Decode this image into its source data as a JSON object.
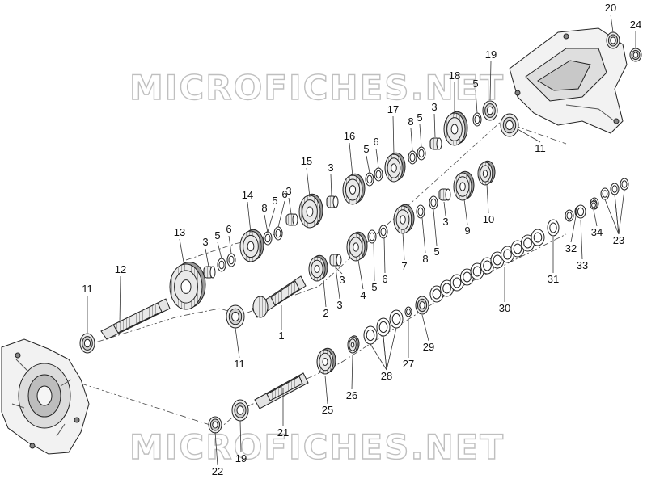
{
  "watermark": {
    "text": "MICROFICHES.NET"
  },
  "colors": {
    "line": "#222222",
    "gear_fill": "#e9e9e9",
    "gear_dark": "#9a9a9a",
    "watermark": "#bfbfbf"
  },
  "callouts": [
    "1",
    "2",
    "3",
    "4",
    "5",
    "6",
    "7",
    "8",
    "9",
    "10",
    "11",
    "12",
    "13",
    "14",
    "15",
    "16",
    "17",
    "18",
    "19",
    "20",
    "21",
    "22",
    "23",
    "24",
    "25",
    "26",
    "27",
    "28",
    "29",
    "30",
    "31",
    "32",
    "33",
    "34"
  ]
}
